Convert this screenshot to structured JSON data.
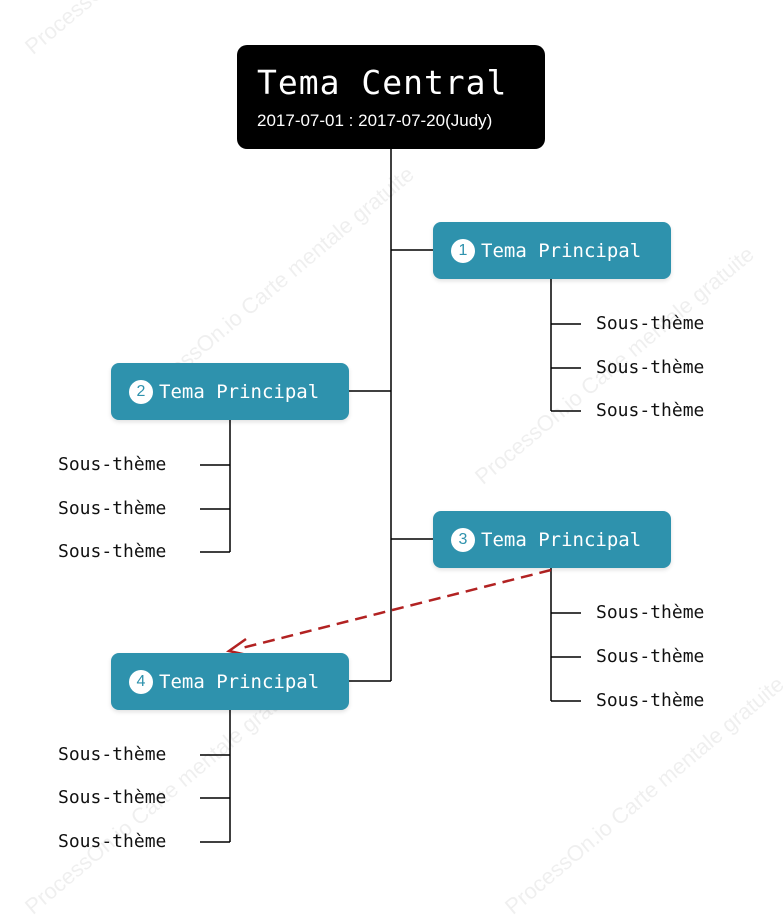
{
  "watermark": "ProcessOn.io Carte mentale gratuite",
  "central": {
    "title": "Tema Central",
    "subtitle": "2017-07-01 : 2017-07-20(Judy)"
  },
  "topics": [
    {
      "number": "1",
      "label": "Tema Principal",
      "subtopics": [
        "Sous-thème",
        "Sous-thème",
        "Sous-thème"
      ]
    },
    {
      "number": "2",
      "label": "Tema Principal",
      "subtopics": [
        "Sous-thème",
        "Sous-thème",
        "Sous-thème"
      ]
    },
    {
      "number": "3",
      "label": "Tema Principal",
      "subtopics": [
        "Sous-thème",
        "Sous-thème",
        "Sous-thème"
      ]
    },
    {
      "number": "4",
      "label": "Tema Principal",
      "subtopics": [
        "Sous-thème",
        "Sous-thème",
        "Sous-thème"
      ]
    }
  ],
  "colors": {
    "central_bg": "#000000",
    "topic_bg": "#2e92ad",
    "connector": "#000000",
    "relation_arrow": "#b22222"
  }
}
